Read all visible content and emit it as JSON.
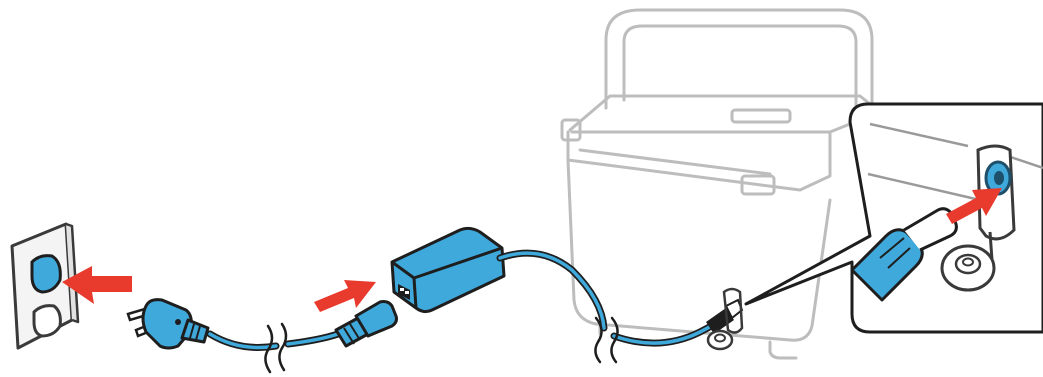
{
  "diagram": {
    "components": [
      {
        "id": "wall-outlet",
        "label": ""
      },
      {
        "id": "power-cord-plug",
        "label": ""
      },
      {
        "id": "power-cord",
        "label": ""
      },
      {
        "id": "ac-adapter",
        "label": ""
      },
      {
        "id": "adapter-cable",
        "label": ""
      },
      {
        "id": "printer",
        "label": ""
      },
      {
        "id": "dc-in-port-callout",
        "label": ""
      }
    ],
    "arrows": [
      {
        "id": "plug-into-outlet-arrow",
        "direction": "left"
      },
      {
        "id": "cord-into-adapter-arrow",
        "direction": "right"
      },
      {
        "id": "connector-into-port-arrow",
        "direction": "right"
      }
    ],
    "colors": {
      "line": "#3a3a3a",
      "printer_line": "#bdbdbd",
      "accent_blue": "#3fa9dc",
      "arrow_red": "#e83b2e",
      "outlet_fill": "#f4f4f4"
    }
  }
}
